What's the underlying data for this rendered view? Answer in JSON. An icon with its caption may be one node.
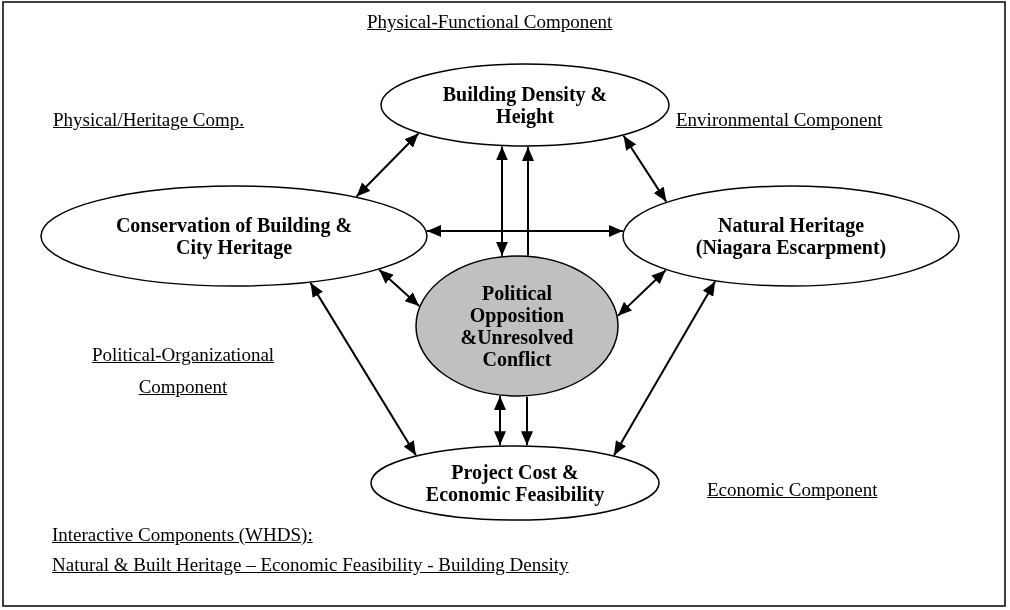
{
  "diagram": {
    "nodes": [
      {
        "text": [
          "Building Density & Height"
        ]
      },
      {
        "text": [
          "Conservation of Building & City Heritage"
        ]
      },
      {
        "text": [
          "Natural Heritage (Niagara Escarpment)"
        ]
      },
      {
        "text": [
          "Political Opposition &Unresolved Conflict"
        ]
      },
      {
        "text": [
          "Project Cost & Economic Feasibility"
        ]
      }
    ],
    "edges": [
      {
        "from": 0,
        "to": 1,
        "arrow": "both"
      },
      {
        "from": 0,
        "to": 2,
        "arrow": "both"
      },
      {
        "from": 0,
        "to": 3,
        "arrow": "both"
      },
      {
        "from": 3,
        "to": 0,
        "arrow": "to"
      },
      {
        "from": 1,
        "to": 2,
        "arrow": "both"
      },
      {
        "from": 1,
        "to": 3,
        "arrow": "both"
      },
      {
        "from": 2,
        "to": 3,
        "arrow": "both"
      },
      {
        "from": 1,
        "to": 4,
        "arrow": "both"
      },
      {
        "from": 2,
        "to": 4,
        "arrow": "both"
      },
      {
        "from": 3,
        "to": 4,
        "arrow": "both"
      },
      {
        "from": 3,
        "to": 4,
        "arrow": "to"
      }
    ],
    "labels": [
      "Physical-Functional Component",
      "Physical/Heritage Comp.",
      "Environmental Component",
      "Political-Organizational Component",
      "Economic Component",
      "Interactive Components (WHDS):",
      "Natural & Built Heritage – Economic Feasibility - Building Density"
    ]
  }
}
